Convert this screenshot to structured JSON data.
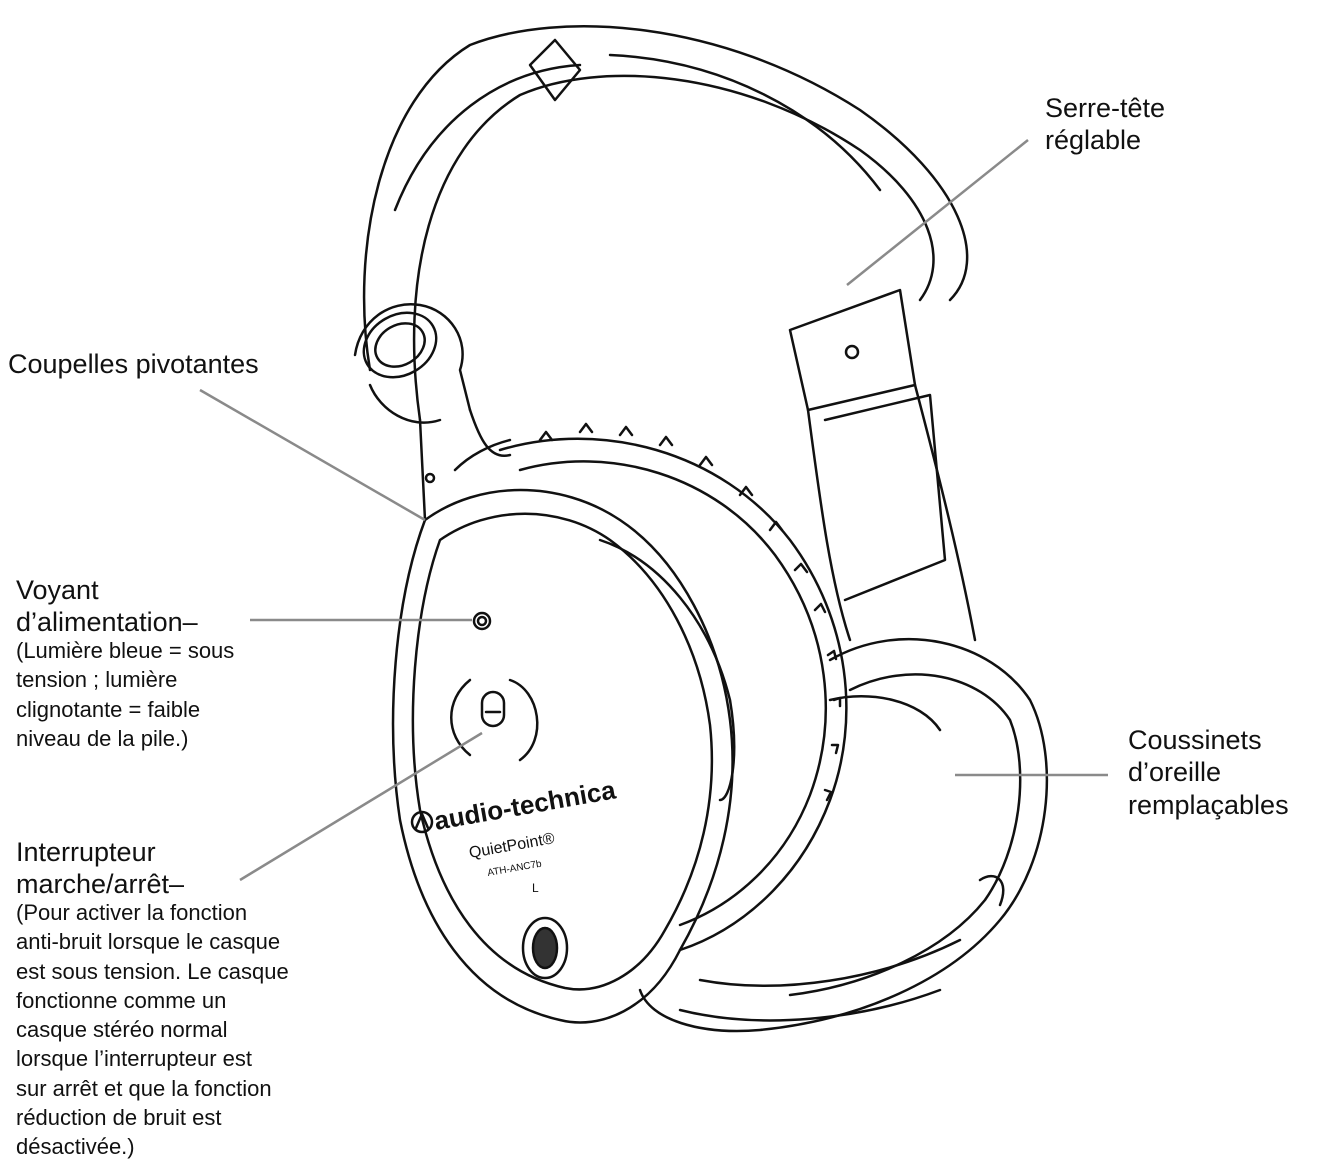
{
  "labels": {
    "headband": "Serre-tête\nréglable",
    "swivel": "Coupelles pivotantes",
    "power_title": "Voyant\nd’alimentation–",
    "power_desc": "(Lumière bleue = sous\ntension ; lumière\nclignotante = faible\nniveau de la pile.)",
    "switch_title": "Interrupteur\nmarche/arrêt–",
    "switch_desc": "(Pour activer la fonction\nanti-bruit lorsque le casque\nest sous tension. Le casque\nfonctionne comme un\ncasque stéréo normal\nlorsque l’interrupteur est\nsur arrêt et que la fonction\nréduction de bruit est\ndésactivée.)",
    "ear_cushions": "Coussinets\nd’oreille\nremplaçables"
  },
  "product": {
    "brand": "audio-technica",
    "model_name": "QuietPoint®",
    "model_number": "ATH-ANC7b",
    "side_mark": "L"
  },
  "colors": {
    "ink": "#111111",
    "leader_line": "#8a8a8a"
  }
}
